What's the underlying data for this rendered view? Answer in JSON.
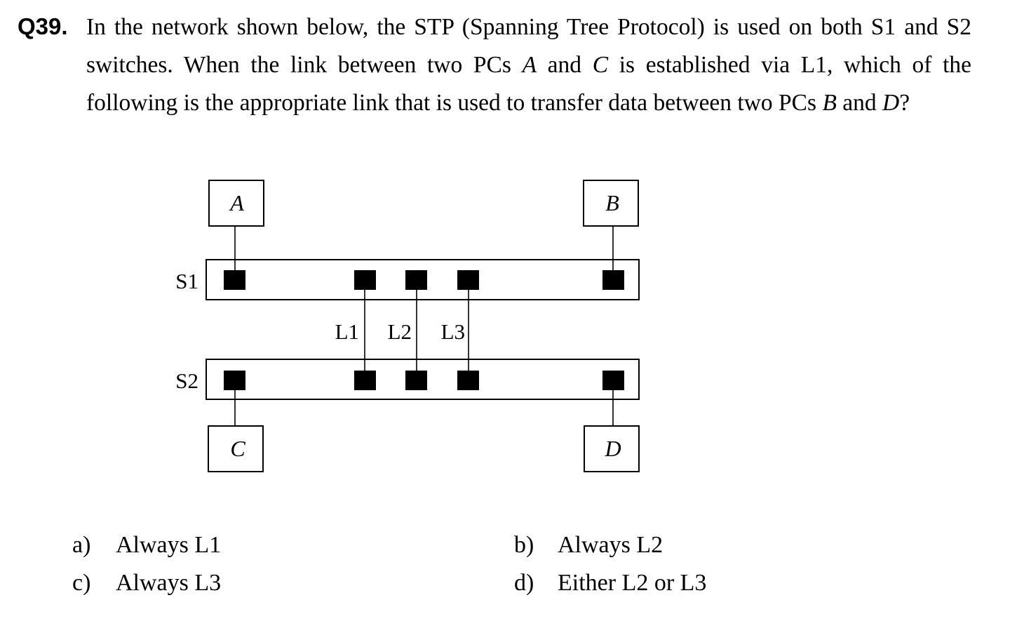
{
  "question": {
    "number": "Q39.",
    "text_1": "In the network shown below, the STP (Spanning Tree Protocol) is used on both S1 and S2 switches.   When the link between two PCs ",
    "pc_a": "A",
    "text_2": " and ",
    "pc_c": "C",
    "text_3": " is established via L1, which of the following is the appropriate link that is used to transfer data between two PCs ",
    "pc_b": "B",
    "text_4": " and ",
    "pc_d": "D",
    "text_5": "?"
  },
  "diagram": {
    "pcs": {
      "a": "A",
      "b": "B",
      "c": "C",
      "d": "D"
    },
    "switches": {
      "s1": "S1",
      "s2": "S2"
    },
    "links": {
      "l1": "L1",
      "l2": "L2",
      "l3": "L3"
    }
  },
  "options": [
    {
      "letter": "a)",
      "text": "Always L1"
    },
    {
      "letter": "b)",
      "text": "Always L2"
    },
    {
      "letter": "c)",
      "text": "Always L3"
    },
    {
      "letter": "d)",
      "text": "Either L2 or L3"
    }
  ],
  "colors": {
    "ink": "#000000",
    "background": "#ffffff"
  }
}
